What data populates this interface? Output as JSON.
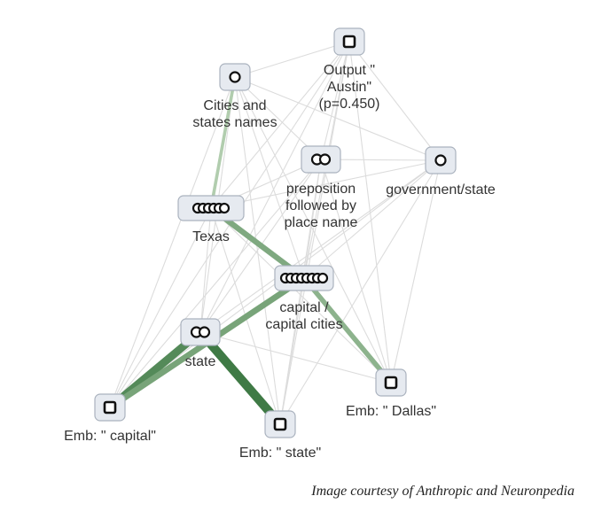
{
  "graph": {
    "nodes": [
      {
        "id": "output_austin",
        "glyph": "square",
        "label": [
          "Output \"",
          "Austin\"",
          "(p=0.450)"
        ]
      },
      {
        "id": "cities_states",
        "glyph": "circles-1",
        "label": [
          "Cities and",
          "states names"
        ]
      },
      {
        "id": "preposition",
        "glyph": "circles-2",
        "label": [
          "preposition",
          "followed by",
          "place name"
        ]
      },
      {
        "id": "government_state",
        "glyph": "circles-1",
        "label": [
          "government/state"
        ]
      },
      {
        "id": "texas",
        "glyph": "circles-6",
        "label": [
          "Texas"
        ]
      },
      {
        "id": "capital_cities",
        "glyph": "circles-8",
        "label": [
          "capital /",
          "capital cities"
        ]
      },
      {
        "id": "state_feature",
        "glyph": "circles-2",
        "label": [
          "state"
        ]
      },
      {
        "id": "emb_capital",
        "glyph": "square",
        "label": [
          "Emb: \" capital\""
        ]
      },
      {
        "id": "emb_state",
        "glyph": "square",
        "label": [
          "Emb: \" state\""
        ]
      },
      {
        "id": "emb_dallas",
        "glyph": "square",
        "label": [
          "Emb: \" Dallas\""
        ]
      }
    ],
    "strong_edges": [
      {
        "from": "emb_capital",
        "to": "state_feature",
        "strength": 0.85
      },
      {
        "from": "state_feature",
        "to": "emb_state",
        "strength": 1.0
      },
      {
        "from": "emb_capital",
        "to": "capital_cities",
        "strength": 0.6
      },
      {
        "from": "texas",
        "to": "capital_cities",
        "strength": 0.55
      },
      {
        "from": "capital_cities",
        "to": "emb_dallas",
        "strength": 0.45
      },
      {
        "from": "texas",
        "to": "cities_states",
        "strength": 0.2
      }
    ],
    "colors": {
      "edge_strong": "#3f7a45",
      "edge_weak": "#dcdcdc",
      "node_fill": "#e6eaf0",
      "node_border": "#aab2be"
    }
  },
  "caption": "Image courtesy of Anthropic and Neuronpedia"
}
